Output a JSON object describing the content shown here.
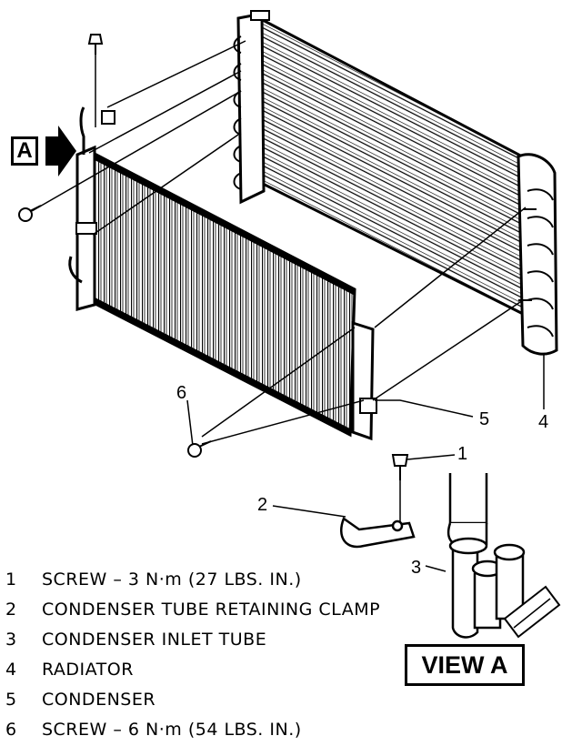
{
  "callouts": {
    "c1": "1",
    "c2": "2",
    "c3": "3",
    "c4": "4",
    "c5": "5",
    "c6": "6"
  },
  "view_arrow_label": "A",
  "view_label": "VIEW A",
  "legend": [
    {
      "num": "1",
      "text": "SCREW – 3 N·m (27 LBS. IN.)"
    },
    {
      "num": "2",
      "text": "CONDENSER TUBE RETAINING CLAMP"
    },
    {
      "num": "3",
      "text": "CONDENSER INLET TUBE"
    },
    {
      "num": "4",
      "text": "RADIATOR"
    },
    {
      "num": "5",
      "text": "CONDENSER"
    },
    {
      "num": "6",
      "text": "SCREW – 6 N·m (54 LBS. IN.)"
    }
  ]
}
